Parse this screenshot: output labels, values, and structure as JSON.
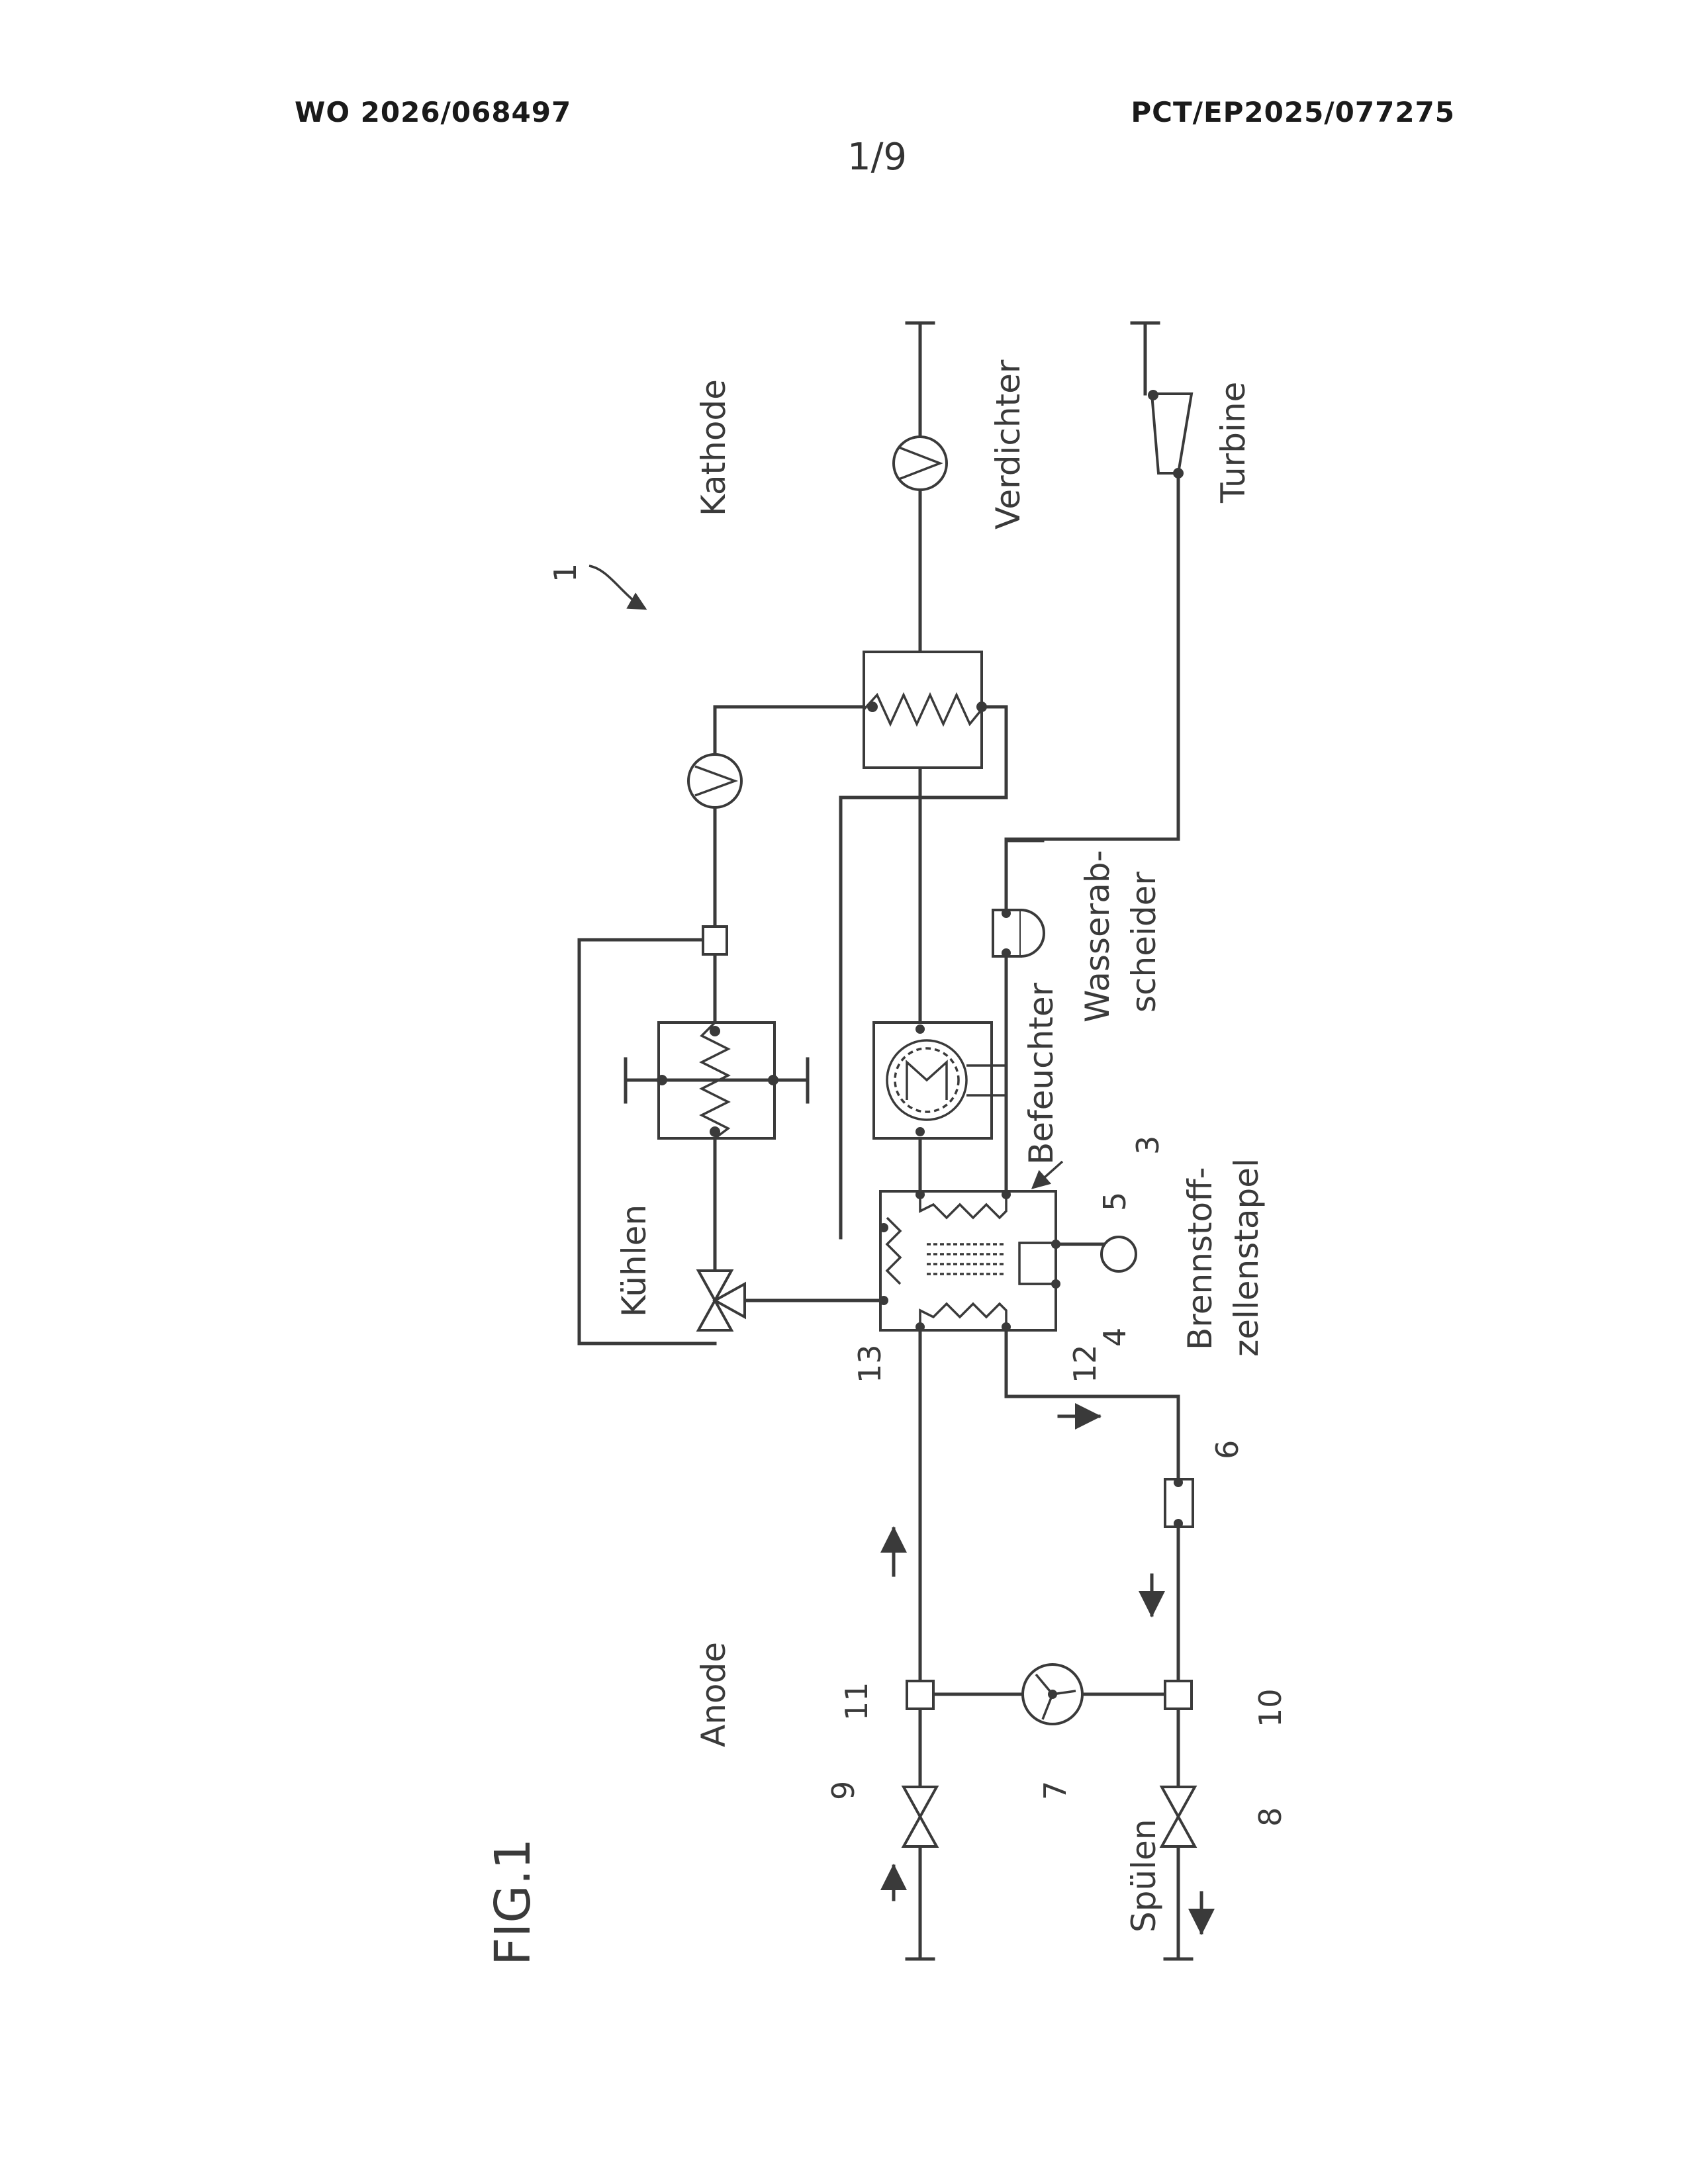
{
  "header": {
    "publication_number": "WO 2026/068497",
    "application_number": "PCT/EP2025/077275",
    "page_number": "1/9"
  },
  "figure": {
    "label": "FIG.1",
    "labels": {
      "kathode": "Kathode",
      "anode": "Anode",
      "verdichter": "Verdichter",
      "turbine": "Turbine",
      "kuehlen": "Kühlen",
      "befeuchter": "Befeuchter",
      "wasserab_1": "Wasserab-",
      "wasserab_2": "scheider",
      "brennstoff_1": "Brennstoff-",
      "brennstoff_2": "zellenstapel",
      "spuelen": "Spülen"
    },
    "reference_numerals": [
      "1",
      "3",
      "4",
      "5",
      "6",
      "7",
      "8",
      "9",
      "10",
      "11",
      "12",
      "13"
    ]
  }
}
